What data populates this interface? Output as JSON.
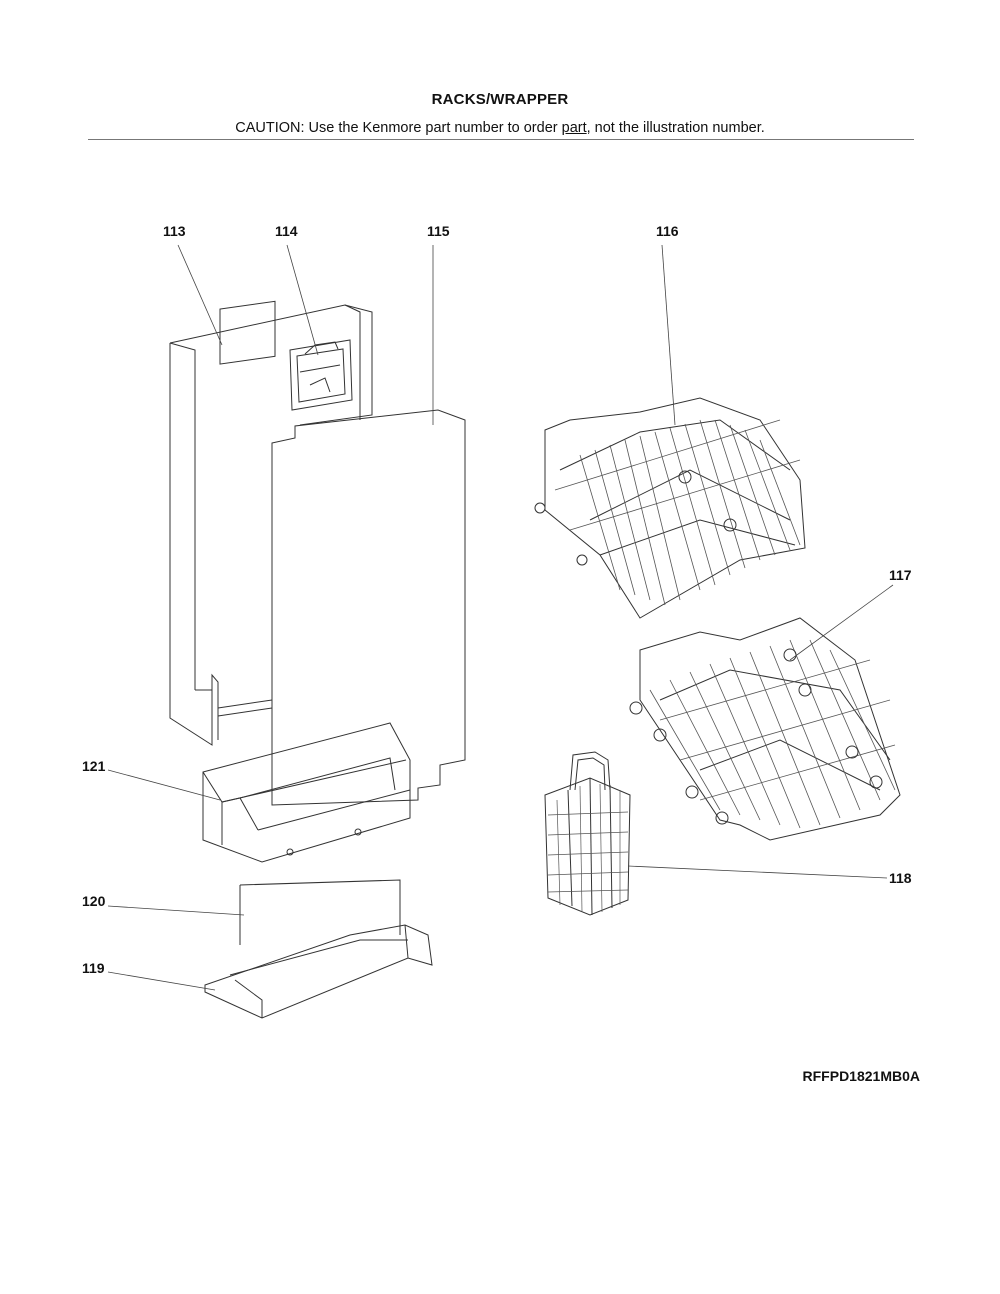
{
  "header": {
    "title": "RACKS/WRAPPER",
    "caution_prefix": "CAUTION: Use the Kenmore part number to order ",
    "caution_underlined": "part",
    "caution_suffix": ", not the illustration number."
  },
  "callouts": [
    "113",
    "114",
    "115",
    "116",
    "117",
    "118",
    "119",
    "120",
    "121"
  ],
  "footer": {
    "model_code": "RFFPD1821MB0A"
  }
}
